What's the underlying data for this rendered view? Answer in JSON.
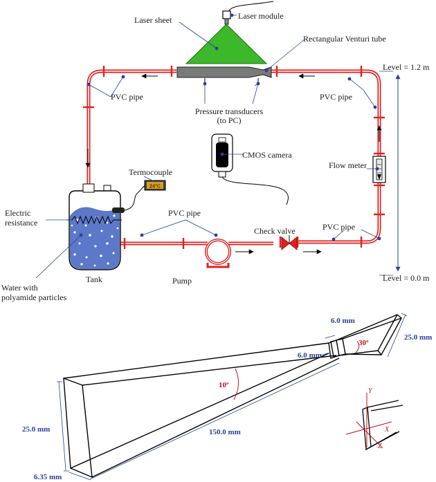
{
  "loop_diagram": {
    "laser_sheet": "Laser sheet",
    "laser_module": "Laser module",
    "venturi_tube": "Rectangular Venturi tube",
    "level_top": "Level = 1.2 m",
    "level_bottom": "Level = 0.0 m",
    "pvc_pipe_top_left": "PVC pipe",
    "pvc_pipe_top_right": "PVC pipe",
    "pvc_pipe_bottom_mid": "PVC pipe",
    "pvc_pipe_bottom_right": "PVC pipe",
    "pressure_transducers_line1": "Pressure transducers",
    "pressure_transducers_line2": "(to PC)",
    "cmos_camera": "CMOS camera",
    "flow_meter": "Flow meter",
    "termocouple": "Termocouple",
    "termocouple_reading": "24°C",
    "electric_line1": "Electric",
    "electric_line2": "resistance",
    "check_valve": "Check valve",
    "tank": "Tank",
    "pump": "Pump",
    "water_line1": "Water with",
    "water_line2": "polyamide particles"
  },
  "venturi_geometry": {
    "throat_width": "6.0 mm",
    "throat_depth": "6.0 mm",
    "outlet_height": "25.0 mm",
    "inlet_height": "25.0 mm",
    "length": "150.0 mm",
    "depth": "6.35 mm",
    "divergent_angle": "10º",
    "convergent_angle": "30º",
    "axis_x": "X",
    "axis_y": "Y",
    "axis_z": "Z"
  },
  "colors": {
    "pipe": "#e02020",
    "water": "#5c78c8",
    "laser": "#3cb82a",
    "annotation": "#2a3f9a"
  }
}
